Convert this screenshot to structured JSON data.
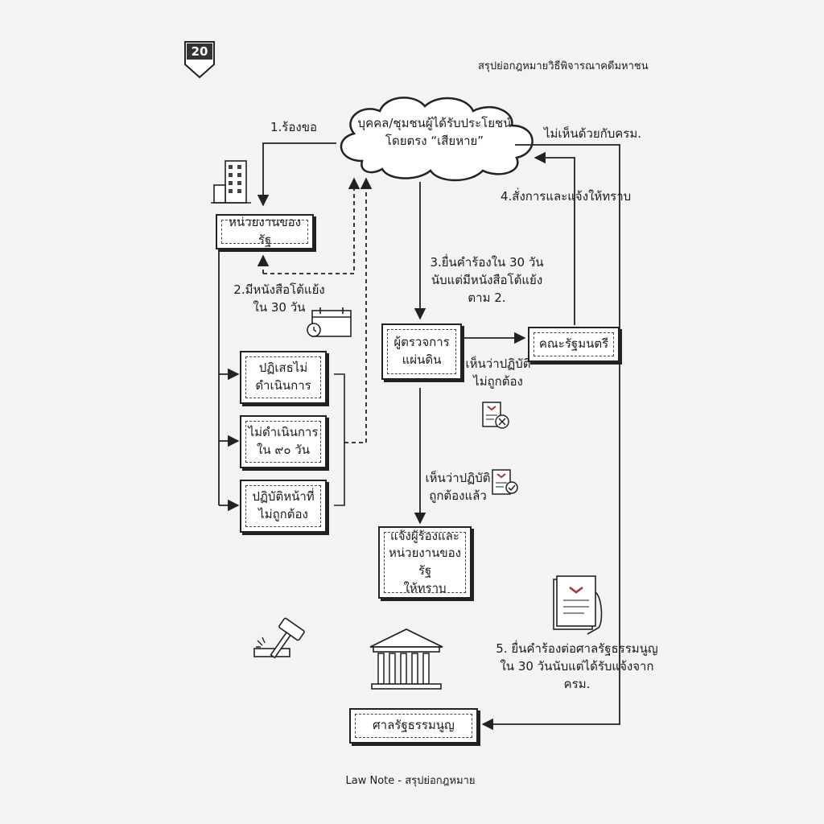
{
  "page": {
    "number": "20",
    "header_title": "สรุปย่อกฎหมายวิธีพิจารณาคดีมหาชน",
    "footer": "Law Note - สรุปย่อกฎหมาย"
  },
  "diagram": {
    "cloud": [
      "บุคคล/ชุมชนผู้ได้รับประโยชน์",
      "โดยตรง “เสียหาย”"
    ],
    "state_agency": "หน่วยงานของรัฐ",
    "ombudsman": [
      "ผู้ตรวจการ",
      "แผ่นดิน"
    ],
    "cabinet": "คณะรัฐมนตรี",
    "refuse": [
      "ปฏิเสธไม่",
      "ดำเนินการ"
    ],
    "no_action": [
      "ไม่ดำเนินการ",
      "ใน ๙๐ วัน"
    ],
    "improper": [
      "ปฏิบัติหน้าที่",
      "ไม่ถูกต้อง"
    ],
    "notify": [
      "แจ้งผู้ร้องและ",
      "หน่วยงานของรัฐ",
      "ให้ทราบ"
    ],
    "court": "ศาลรัฐธรรมนูญ",
    "step1": "1.ร้องขอ",
    "step2": [
      "2.มีหนังสือโต้แย้ง",
      "ใน 30 วัน"
    ],
    "step3": [
      "3.ยื่นคำร้องใน 30 วัน",
      "นับแต่มีหนังสือโต้แย้ง",
      "ตาม 2."
    ],
    "step4": "4.สั่งการและแจ้งให้ทราบ",
    "step5": [
      "5. ยื่นคำร้องต่อศาลรัฐธรรมนูญ",
      "ใน 30 วันนับแต่ได้รับแจ้งจาก",
      "ครม."
    ],
    "disagree": "ไม่เห็นด้วยกับครม.",
    "see_incorrect": [
      "เห็นว่าปฏิบัติ",
      "ไม่ถูกต้อง"
    ],
    "see_correct": [
      "เห็นว่าปฏิบัติ",
      "ถูกต้องแล้ว"
    ]
  },
  "icons": [
    "building-icon",
    "calendar-icon",
    "document-x-icon",
    "document-check-icon",
    "gavel-icon",
    "courthouse-icon",
    "hand-document-icon"
  ]
}
